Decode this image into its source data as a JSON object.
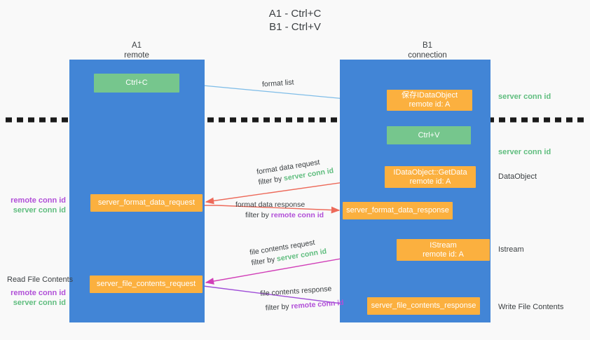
{
  "title": {
    "line1": "A1 - Ctrl+C",
    "line2": "B1 - Ctrl+V"
  },
  "columns": [
    {
      "id": "a1",
      "name": "A1",
      "sub": "remote"
    },
    {
      "id": "b1",
      "name": "B1",
      "sub": "connection"
    }
  ],
  "nodes": {
    "ctrl_c": {
      "line1": "Ctrl+C",
      "line2": "",
      "color": "#76c68d"
    },
    "idataobject": {
      "line1": "保存IDataObject",
      "line2": "remote id: A",
      "color": "#fbb03f"
    },
    "ctrl_v": {
      "line1": "Ctrl+V",
      "line2": "",
      "color": "#76c68d"
    },
    "getdata": {
      "line1": "IDataObject::GetData",
      "line2": "remote id: A",
      "color": "#fbb03f"
    },
    "istream": {
      "line1": "IStream",
      "line2": "remote id: A",
      "color": "#fbb03f"
    },
    "sfd_request": {
      "line1": "server_format_data_request",
      "line2": "",
      "color": "#fbb03f"
    },
    "sfd_response": {
      "line1": "server_format_data_response",
      "line2": "",
      "color": "#fbb03f"
    },
    "sfc_request": {
      "line1": "server_file_contents_request",
      "line2": "",
      "color": "#fbb03f"
    },
    "sfc_response": {
      "line1": "server_file_contents_response",
      "line2": "",
      "color": "#fbb03f"
    }
  },
  "arrow_labels": {
    "format_list": {
      "line1": "format list",
      "filter_prefix": "",
      "filter_value": ""
    },
    "format_data_req": {
      "line1": "format data request",
      "filter_prefix": "filter by ",
      "filter_value": "server conn id"
    },
    "format_data_res": {
      "line1": "format data response",
      "filter_prefix": "filter by ",
      "filter_value": "remote conn id"
    },
    "file_contents_req": {
      "line1": "file contents request",
      "filter_prefix": "filter by ",
      "filter_value": "server conn id"
    },
    "file_contents_res": {
      "line1": "file contents response",
      "filter_prefix": "filter by ",
      "filter_value": "remote conn id"
    }
  },
  "side_labels": {
    "server_conn_id_1": "server conn id",
    "server_conn_id_2": "server conn id",
    "dataobject": "DataObject",
    "istream": "Istream",
    "write_file_contents": "Write File Contents",
    "read_file_contents": "Read File Contents",
    "remote_conn_id_a": "remote conn id",
    "server_conn_id_a": "server conn id",
    "remote_conn_id_b": "remote conn id",
    "server_conn_id_b": "server conn id"
  },
  "colors": {
    "lane": "#4285d6",
    "green_node": "#76c68d",
    "orange_node": "#fbb03f",
    "green_text": "#5fbd7e",
    "purple_text": "#b14fd8",
    "arrow_blue": "#7fbde8",
    "arrow_red": "#ed6a5a",
    "arrow_magenta": "#d13fb8",
    "arrow_purple": "#a04fd8",
    "arrow_black": "#1a1a1a",
    "background": "#f9f9f9"
  }
}
